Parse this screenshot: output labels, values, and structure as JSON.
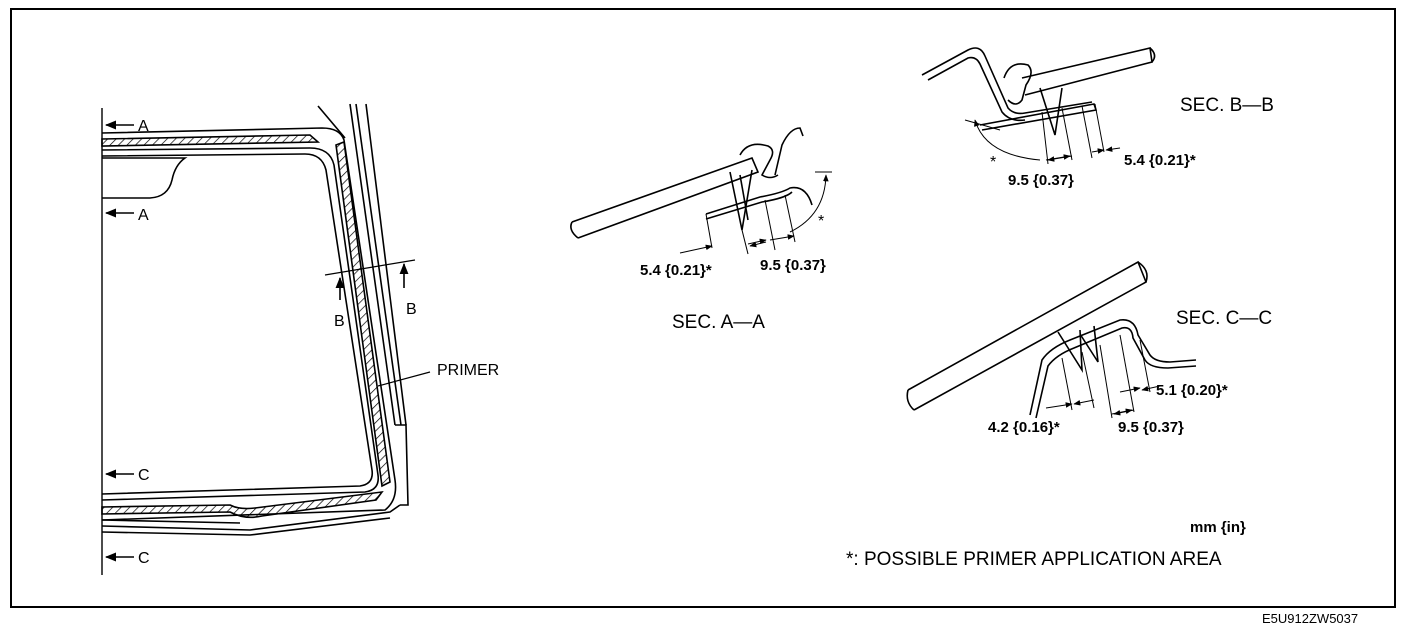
{
  "labels": {
    "arrow_a": "A",
    "arrow_b": "B",
    "arrow_c": "C",
    "primer": "PRIMER",
    "sec_aa": "SEC. A—A",
    "sec_bb": "SEC. B—B",
    "sec_cc": "SEC. C—C"
  },
  "dimensions": {
    "aa_left": "5.4 {0.21}*",
    "aa_right": "9.5 {0.37}",
    "bb_right": "5.4 {0.21}*",
    "bb_left": "9.5 {0.37}",
    "cc_top": "5.1 {0.20}*",
    "cc_left": "4.2 {0.16}*",
    "cc_right": "9.5 {0.37}",
    "asterisk": "*"
  },
  "legend": {
    "unit": "mm {in}",
    "note": "*: POSSIBLE PRIMER APPLICATION AREA"
  },
  "figure_code": "E5U912ZW5037"
}
